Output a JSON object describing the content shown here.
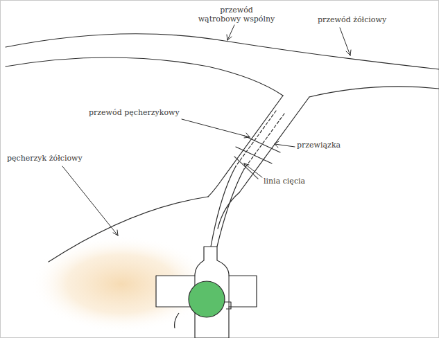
{
  "diagram": {
    "labels": [
      "przewód wątrobowy wspólny",
      "przewód żółciowy",
      "przewód pęcherzykowy",
      "przewiązka",
      "linia cięcia",
      "pęcherzyk żółciowy"
    ]
  }
}
